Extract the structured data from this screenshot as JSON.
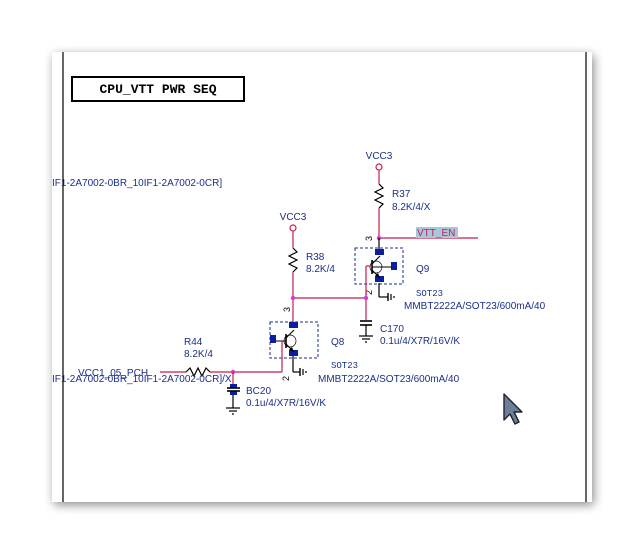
{
  "title": "CPU_VTT PWR SEQ",
  "offpage_top": "IF1-2A7002-0BR_10IF1-2A7002-0CR]",
  "offpage_bottom": "IF1-2A7002-0BR_10IF1-2A7002-0CR]/X",
  "net_vcc1_05": "VCC1_05_PCH",
  "net_vtt_en": "VTT_EN",
  "r37": {
    "ref": "R37",
    "value": "8.2K/4/X",
    "power": "VCC3"
  },
  "r38": {
    "ref": "R38",
    "value": "8.2K/4",
    "power": "VCC3"
  },
  "r44": {
    "ref": "R44",
    "value": "8.2K/4"
  },
  "q9": {
    "ref": "Q9",
    "package": "SOT23",
    "part": "MMBT2222A/SOT23/600mA/40",
    "pin3": "3",
    "pin2": "2"
  },
  "q8": {
    "ref": "Q8",
    "package": "SOT23",
    "part": "MMBT2222A/SOT23/600mA/40",
    "pin3": "3",
    "pin2": "2"
  },
  "c170": {
    "ref": "C170",
    "value": "0.1u/4/X7R/16V/K"
  },
  "bc20": {
    "ref": "BC20",
    "value": "0.1u/4/X7R/16V/K"
  },
  "colors": {
    "wire": "#c81e4a",
    "label": "#1a2f8c",
    "highlight": "#a9c6dc"
  }
}
